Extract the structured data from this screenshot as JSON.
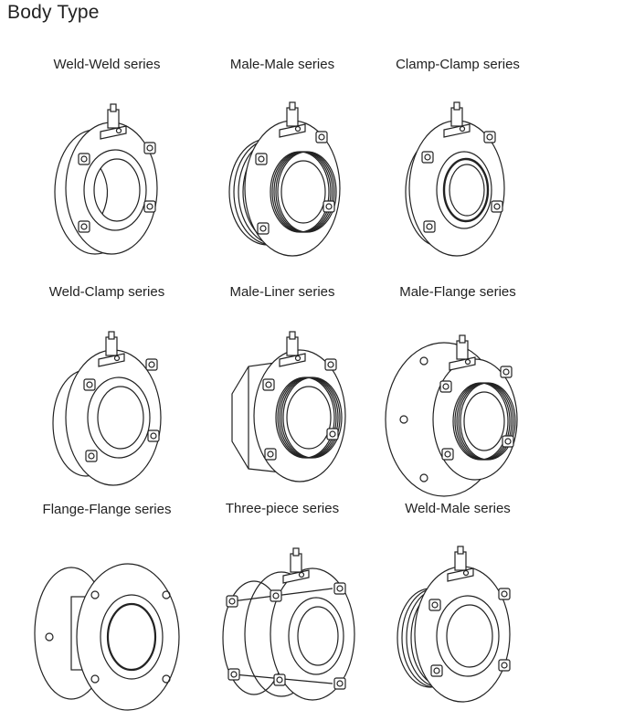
{
  "page": {
    "title": "Body Type"
  },
  "items": [
    {
      "label": "Weld-Weld series",
      "variant": "weld-weld"
    },
    {
      "label": "Male-Male series",
      "variant": "male-male"
    },
    {
      "label": "Clamp-Clamp series",
      "variant": "clamp-clamp"
    },
    {
      "label": "Weld-Clamp series",
      "variant": "weld-clamp"
    },
    {
      "label": "Male-Liner series",
      "variant": "male-liner"
    },
    {
      "label": "Male-Flange series",
      "variant": "male-flange"
    },
    {
      "label": "Flange-Flange series",
      "variant": "flange-flange"
    },
    {
      "label": "Three-piece series",
      "variant": "three-piece"
    },
    {
      "label": "Weld-Male series",
      "variant": "weld-male"
    }
  ]
}
